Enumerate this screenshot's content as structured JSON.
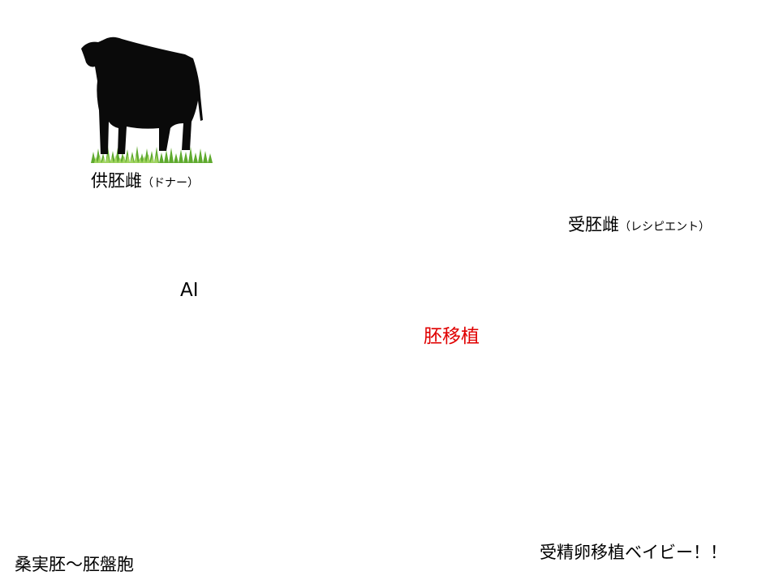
{
  "labels": {
    "donor": "供胚雌",
    "donor_sub": "（ドナー）",
    "recipient": "受胚雌",
    "recipient_sub": "（レシピエント）",
    "embryo": "桑実胚～胚盤胞",
    "calf": "受精卵移植ベイビー！！",
    "ai": "AI",
    "transfer": "胚移植"
  },
  "colors": {
    "transfer_text": "#e00000",
    "silhouette": "#0a0a0a",
    "grass": "#5faa2e",
    "embryo_cell": "#a9bce6",
    "embryo_fill": "#cfe3b4",
    "sperm": "#3c3c3c"
  },
  "icons": [
    "cow-icon",
    "sperm-icon",
    "embryo-icon",
    "cow-calf-icon",
    "grass-icon"
  ]
}
